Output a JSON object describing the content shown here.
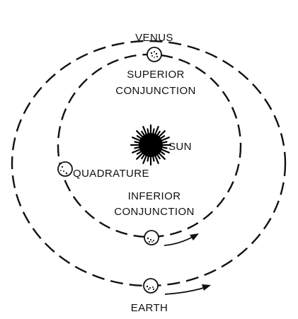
{
  "labels": {
    "venus": "VENUS",
    "superior_line1": "SUPERIOR",
    "superior_line2": "CONJUNCTION",
    "sun": "SUN",
    "quadrature": "QUADRATURE",
    "inferior_line1": "INFERIOR",
    "inferior_line2": "CONJUNCTION",
    "earth": "EARTH"
  },
  "colors": {
    "ink": "#111111",
    "background": "#ffffff"
  }
}
